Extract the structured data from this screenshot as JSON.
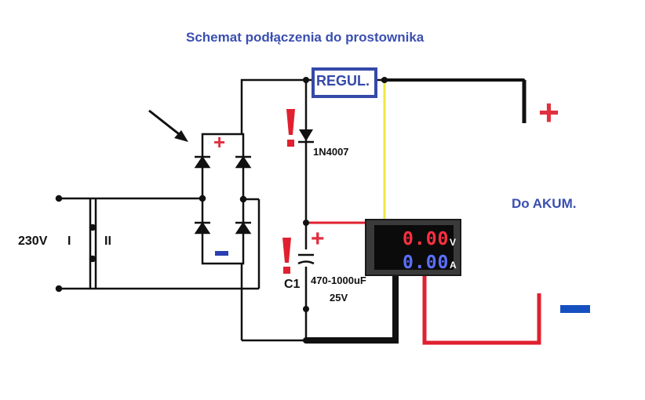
{
  "title": "Schemat podłączenia do prostownika",
  "labels": {
    "regulator": "REGUL.",
    "diode": "1N4007",
    "mains_voltage": "230V",
    "primary": "I",
    "secondary": "II",
    "capacitor_name": "C1",
    "capacitor_value": "470-1000uF",
    "capacitor_voltage": "25V",
    "battery": "Do AKUM.",
    "plus_output": "+",
    "plus_bridge": "+",
    "plus_capacitor": "+"
  },
  "meter": {
    "voltage_display": "0.00",
    "current_display": "0.00",
    "voltage_unit": "V",
    "current_unit": "A"
  },
  "colors": {
    "title": "#3a4fb0",
    "regulator_box": "#3549a8",
    "wire": "#111111",
    "red_wire": "#e0202f",
    "yellow_wire": "#f2e640",
    "plus": "#e03040",
    "minus": "#1650c0",
    "exclamation": "#e02030"
  },
  "icons": [
    "warning-exclamation-icon",
    "arrow-icon",
    "diode-icon",
    "capacitor-icon",
    "bridge-rectifier-icon",
    "transformer-icon"
  ]
}
